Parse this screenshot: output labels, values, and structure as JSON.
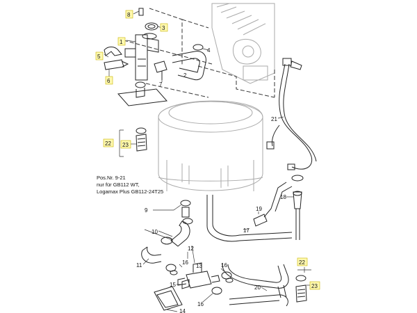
{
  "note": {
    "line1": "Pos.Nr. 9-21",
    "line2": "nur für GB112 WT,",
    "line3": "Logamax Plus GB112-24T25"
  },
  "callouts": {
    "c1": "1",
    "c2": "2",
    "c3": "3",
    "c4": "4",
    "c5": "5",
    "c6": "6",
    "c7": "7",
    "c8": "8",
    "c9": "9",
    "c10": "10",
    "c11": "11",
    "c12": "12",
    "c13": "13",
    "c14": "14",
    "c15": "15",
    "c16a": "16",
    "c16b": "16",
    "c16c": "16",
    "c17": "17",
    "c18": "18",
    "c19": "19",
    "c20": "20",
    "c21": "21",
    "c22a": "22",
    "c22b": "22",
    "c23a": "23",
    "c23b": "23"
  },
  "highlighted_callouts": [
    "1",
    "3",
    "5",
    "6",
    "8",
    "22",
    "23"
  ],
  "highlight_color": "#fff9b0"
}
